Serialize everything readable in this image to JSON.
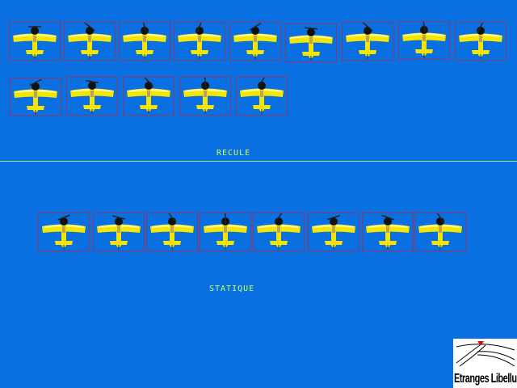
{
  "sections": [
    {
      "label": "RECULE",
      "frame_count": 14
    },
    {
      "label": "STATIQUE",
      "frame_count": 8
    }
  ],
  "logo": {
    "text": "Etranges Libellules"
  },
  "colors": {
    "background": "#0a6fe0",
    "label": "#c8ff60",
    "frame_border": "#8a3a6a",
    "plane": "#f5e600"
  }
}
